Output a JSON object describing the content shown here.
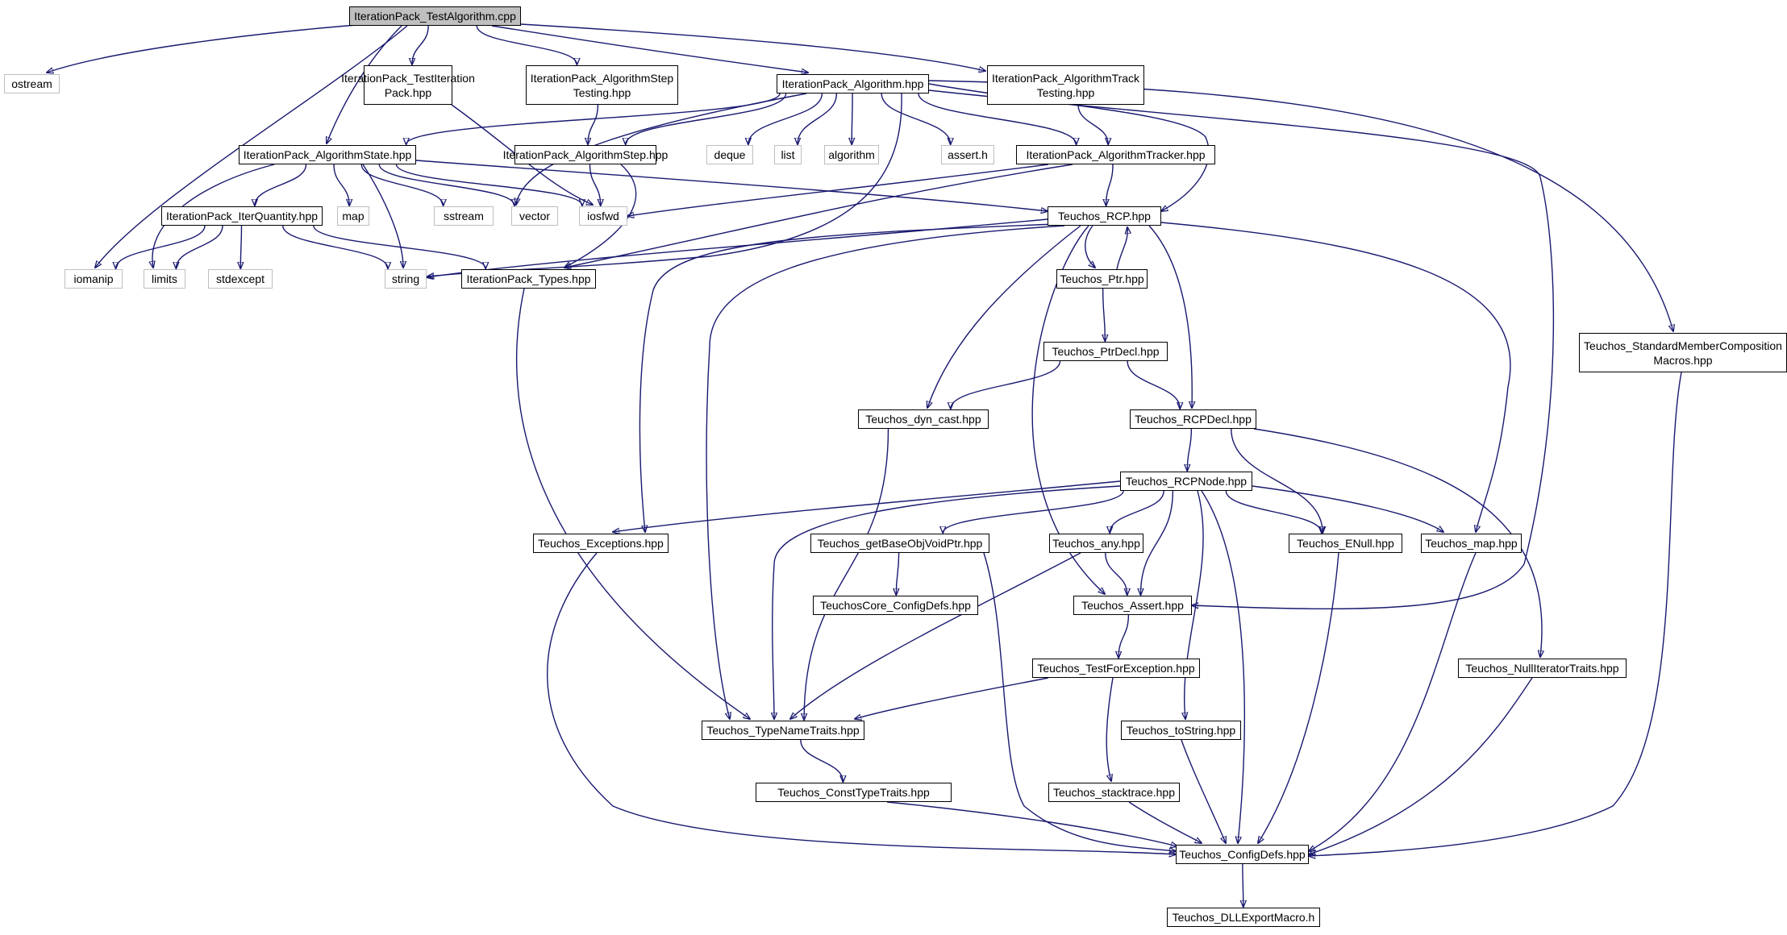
{
  "diagram": {
    "type": "include-dependency-graph",
    "colors": {
      "edge": "#191970",
      "node_border": "#000000",
      "external_border": "#bfbfbf",
      "root_fill": "#bfbfbf",
      "background": "#ffffff"
    },
    "nodes": [
      {
        "id": "root",
        "label": "IterationPack_TestAlgorithm.cpp",
        "kind": "root"
      },
      {
        "id": "ostream",
        "label": "ostream",
        "kind": "ext"
      },
      {
        "id": "testiter",
        "label": "IterationPack_TestIteration\nPack.hpp",
        "kind": "file"
      },
      {
        "id": "algsteptest",
        "label": "IterationPack_AlgorithmStep\nTesting.hpp",
        "kind": "file"
      },
      {
        "id": "algorithm_hpp",
        "label": "IterationPack_Algorithm.hpp",
        "kind": "file"
      },
      {
        "id": "algtracktest",
        "label": "IterationPack_AlgorithmTrack\nTesting.hpp",
        "kind": "file"
      },
      {
        "id": "algstate",
        "label": "IterationPack_AlgorithmState.hpp",
        "kind": "file"
      },
      {
        "id": "algstep",
        "label": "IterationPack_AlgorithmStep.hpp",
        "kind": "file"
      },
      {
        "id": "deque",
        "label": "deque",
        "kind": "ext"
      },
      {
        "id": "list",
        "label": "list",
        "kind": "ext"
      },
      {
        "id": "algorithm",
        "label": "algorithm",
        "kind": "ext"
      },
      {
        "id": "asserth",
        "label": "assert.h",
        "kind": "ext"
      },
      {
        "id": "algtracker",
        "label": "IterationPack_AlgorithmTracker.hpp",
        "kind": "file"
      },
      {
        "id": "iterquantity",
        "label": "IterationPack_IterQuantity.hpp",
        "kind": "file"
      },
      {
        "id": "map",
        "label": "map",
        "kind": "ext"
      },
      {
        "id": "sstream",
        "label": "sstream",
        "kind": "ext"
      },
      {
        "id": "vector",
        "label": "vector",
        "kind": "ext"
      },
      {
        "id": "iosfwd",
        "label": "iosfwd",
        "kind": "ext"
      },
      {
        "id": "rcp",
        "label": "Teuchos_RCP.hpp",
        "kind": "file"
      },
      {
        "id": "iomanip",
        "label": "iomanip",
        "kind": "ext"
      },
      {
        "id": "limits",
        "label": "limits",
        "kind": "ext"
      },
      {
        "id": "stdexcept",
        "label": "stdexcept",
        "kind": "ext"
      },
      {
        "id": "string",
        "label": "string",
        "kind": "ext"
      },
      {
        "id": "types",
        "label": "IterationPack_Types.hpp",
        "kind": "file"
      },
      {
        "id": "ptr",
        "label": "Teuchos_Ptr.hpp",
        "kind": "file"
      },
      {
        "id": "stdmember",
        "label": "Teuchos_StandardMemberComposition\nMacros.hpp",
        "kind": "file"
      },
      {
        "id": "ptrdecl",
        "label": "Teuchos_PtrDecl.hpp",
        "kind": "file"
      },
      {
        "id": "dyncast",
        "label": "Teuchos_dyn_cast.hpp",
        "kind": "file"
      },
      {
        "id": "rcpdecl",
        "label": "Teuchos_RCPDecl.hpp",
        "kind": "file"
      },
      {
        "id": "rcpnode",
        "label": "Teuchos_RCPNode.hpp",
        "kind": "file"
      },
      {
        "id": "exceptions",
        "label": "Teuchos_Exceptions.hpp",
        "kind": "file"
      },
      {
        "id": "getbase",
        "label": "Teuchos_getBaseObjVoidPtr.hpp",
        "kind": "file"
      },
      {
        "id": "any",
        "label": "Teuchos_any.hpp",
        "kind": "file"
      },
      {
        "id": "enull",
        "label": "Teuchos_ENull.hpp",
        "kind": "file"
      },
      {
        "id": "tmap",
        "label": "Teuchos_map.hpp",
        "kind": "file"
      },
      {
        "id": "coreconfig",
        "label": "TeuchosCore_ConfigDefs.hpp",
        "kind": "file"
      },
      {
        "id": "assert",
        "label": "Teuchos_Assert.hpp",
        "kind": "file"
      },
      {
        "id": "testforexc",
        "label": "Teuchos_TestForException.hpp",
        "kind": "file"
      },
      {
        "id": "nulliter",
        "label": "Teuchos_NullIteratorTraits.hpp",
        "kind": "file"
      },
      {
        "id": "tostring",
        "label": "Teuchos_toString.hpp",
        "kind": "file"
      },
      {
        "id": "typename",
        "label": "Teuchos_TypeNameTraits.hpp",
        "kind": "file"
      },
      {
        "id": "consttype",
        "label": "Teuchos_ConstTypeTraits.hpp",
        "kind": "file"
      },
      {
        "id": "stacktrace",
        "label": "Teuchos_stacktrace.hpp",
        "kind": "file"
      },
      {
        "id": "configdefs",
        "label": "Teuchos_ConfigDefs.hpp",
        "kind": "file"
      },
      {
        "id": "dllexport",
        "label": "Teuchos_DLLExportMacro.h",
        "kind": "file"
      }
    ],
    "edges": [
      [
        "root",
        "ostream"
      ],
      [
        "root",
        "iomanip"
      ],
      [
        "root",
        "testiter"
      ],
      [
        "root",
        "algsteptest"
      ],
      [
        "root",
        "algorithm_hpp"
      ],
      [
        "root",
        "algtracktest"
      ],
      [
        "root",
        "algstate"
      ],
      [
        "testiter",
        "iosfwd"
      ],
      [
        "algsteptest",
        "algstep"
      ],
      [
        "algtracktest",
        "algtracker"
      ],
      [
        "algorithm_hpp",
        "algstate"
      ],
      [
        "algorithm_hpp",
        "algstep"
      ],
      [
        "algorithm_hpp",
        "deque"
      ],
      [
        "algorithm_hpp",
        "list"
      ],
      [
        "algorithm_hpp",
        "algorithm"
      ],
      [
        "algorithm_hpp",
        "asserth"
      ],
      [
        "algorithm_hpp",
        "algtracker"
      ],
      [
        "algorithm_hpp",
        "vector"
      ],
      [
        "algorithm_hpp",
        "string"
      ],
      [
        "algorithm_hpp",
        "rcp"
      ],
      [
        "algorithm_hpp",
        "assert"
      ],
      [
        "algorithm_hpp",
        "stdmember"
      ],
      [
        "algstate",
        "iterquantity"
      ],
      [
        "algstate",
        "map"
      ],
      [
        "algstate",
        "sstream"
      ],
      [
        "algstate",
        "vector"
      ],
      [
        "algstate",
        "iosfwd"
      ],
      [
        "algstate",
        "limits"
      ],
      [
        "algstate",
        "string"
      ],
      [
        "algstate",
        "rcp"
      ],
      [
        "algstep",
        "iosfwd"
      ],
      [
        "algstep",
        "types"
      ],
      [
        "algtracker",
        "iosfwd"
      ],
      [
        "algtracker",
        "types"
      ],
      [
        "algtracker",
        "rcp"
      ],
      [
        "iterquantity",
        "iomanip"
      ],
      [
        "iterquantity",
        "limits"
      ],
      [
        "iterquantity",
        "stdexcept"
      ],
      [
        "iterquantity",
        "string"
      ],
      [
        "iterquantity",
        "types"
      ],
      [
        "types",
        "typename"
      ],
      [
        "rcp",
        "ptr"
      ],
      [
        "rcp",
        "string"
      ],
      [
        "rcp",
        "exceptions"
      ],
      [
        "rcp",
        "typename"
      ],
      [
        "rcp",
        "dyncast"
      ],
      [
        "rcp",
        "assert"
      ],
      [
        "rcp",
        "rcpdecl"
      ],
      [
        "rcp",
        "tmap"
      ],
      [
        "ptr",
        "rcp"
      ],
      [
        "ptr",
        "ptrdecl"
      ],
      [
        "ptrdecl",
        "dyncast"
      ],
      [
        "ptrdecl",
        "rcpdecl"
      ],
      [
        "dyncast",
        "typename"
      ],
      [
        "rcpdecl",
        "rcpnode"
      ],
      [
        "rcpdecl",
        "enull"
      ],
      [
        "rcpdecl",
        "nulliter"
      ],
      [
        "rcpnode",
        "exceptions"
      ],
      [
        "rcpnode",
        "getbase"
      ],
      [
        "rcpnode",
        "any"
      ],
      [
        "rcpnode",
        "enull"
      ],
      [
        "rcpnode",
        "tmap"
      ],
      [
        "rcpnode",
        "typename"
      ],
      [
        "rcpnode",
        "assert"
      ],
      [
        "rcpnode",
        "tostring"
      ],
      [
        "rcpnode",
        "configdefs"
      ],
      [
        "exceptions",
        "configdefs"
      ],
      [
        "getbase",
        "coreconfig"
      ],
      [
        "getbase",
        "configdefs"
      ],
      [
        "any",
        "assert"
      ],
      [
        "any",
        "typename"
      ],
      [
        "enull",
        "configdefs"
      ],
      [
        "tmap",
        "configdefs"
      ],
      [
        "assert",
        "testforexc"
      ],
      [
        "testforexc",
        "typename"
      ],
      [
        "testforexc",
        "stacktrace"
      ],
      [
        "nulliter",
        "configdefs"
      ],
      [
        "tostring",
        "configdefs"
      ],
      [
        "typename",
        "consttype"
      ],
      [
        "consttype",
        "configdefs"
      ],
      [
        "stacktrace",
        "configdefs"
      ],
      [
        "stdmember",
        "configdefs"
      ],
      [
        "configdefs",
        "dllexport"
      ]
    ]
  }
}
